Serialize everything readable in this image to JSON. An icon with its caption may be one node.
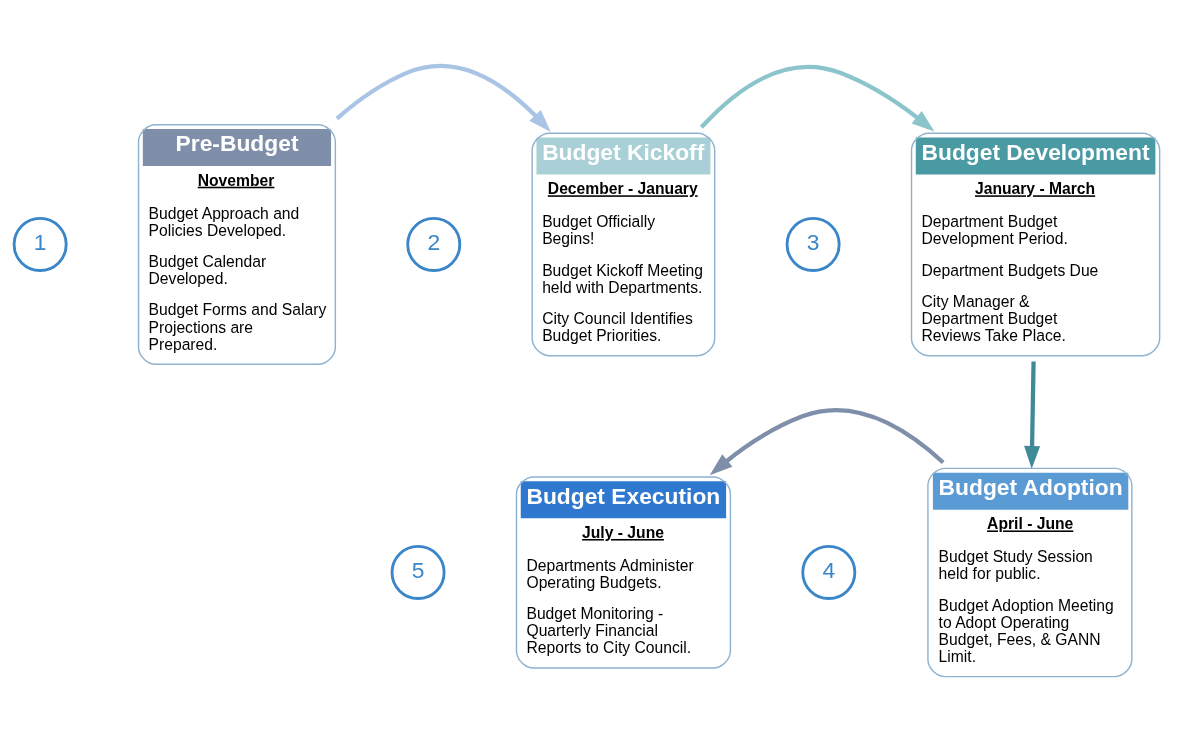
{
  "diagram": {
    "nodes": [
      {
        "text": [
          "1"
        ]
      },
      {
        "text": [
          "Pre-Budget",
          "November",
          "Budget Approach and Policies Developed.",
          "Budget Calendar Developed.",
          "Budget Forms and Salary Projections are Prepared."
        ]
      },
      {
        "text": [
          "2"
        ]
      },
      {
        "text": [
          "Budget Kickoff",
          "December - January",
          "Budget Officially Begins!",
          "Budget Kickoff Meeting held with Departments.",
          "City Council Identifies Budget Priorities."
        ]
      },
      {
        "text": [
          "3"
        ]
      },
      {
        "text": [
          "Budget Development",
          "January - March",
          "Department Budget Development Period.",
          "Department Budgets Due",
          "City Manager & Department Budget Reviews Take Place."
        ]
      },
      {
        "text": [
          "5"
        ]
      },
      {
        "text": [
          "Budget Execution",
          "July - June",
          "Departments Administer Operating Budgets.",
          "Budget Monitoring - Quarterly Financial Reports to City Council."
        ]
      },
      {
        "text": [
          "4"
        ]
      },
      {
        "text": [
          "Budget Adoption",
          "April - June",
          "Budget Study Session held for public.",
          "Budget Adoption Meeting to Adopt Operating Budget, Fees, & GANN Limit."
        ]
      }
    ],
    "edges": [
      {
        "from": 1,
        "to": 3,
        "arrow": "to",
        "color": "#a9c4e4"
      },
      {
        "from": 3,
        "to": 5,
        "arrow": "to",
        "color": "#8cc4cc"
      },
      {
        "from": 5,
        "to": 9,
        "arrow": "to",
        "color": "#3f8a96"
      },
      {
        "from": 9,
        "to": 7,
        "arrow": "to",
        "color": "#7f8faa"
      }
    ]
  }
}
